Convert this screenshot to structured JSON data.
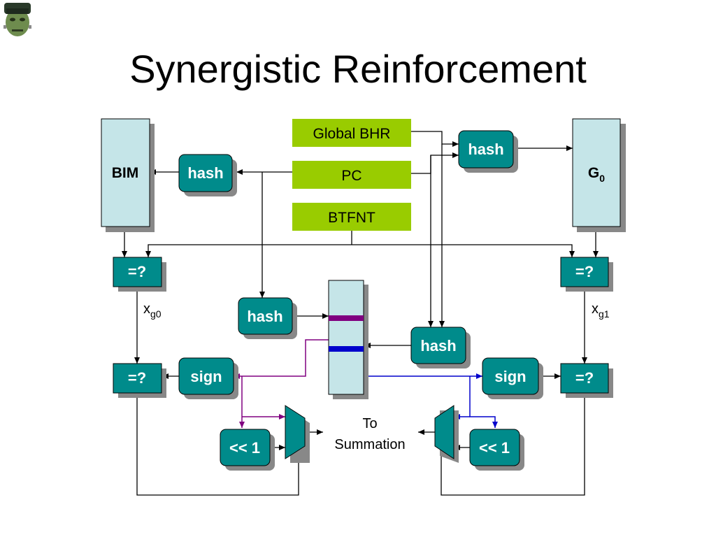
{
  "title": "Synergistic Reinforcement",
  "logo_icon": "frankenstein-head-icon",
  "colors": {
    "teal": "#008b8b",
    "lime": "#99cc00",
    "table_fill": "#c5e5e8",
    "purple": "#800080",
    "blue": "#0000cc"
  },
  "inputs": {
    "global_bhr": "Global BHR",
    "pc": "PC",
    "btfnt": "BTFNT"
  },
  "tables": {
    "bim": "BIM",
    "g0_main": "G",
    "g0_sub": "0"
  },
  "blocks": {
    "hash_left": "hash",
    "hash_right": "hash",
    "hash_mid_left": "hash",
    "hash_mid_right": "hash",
    "cmp_top_left": "=?",
    "cmp_top_right": "=?",
    "cmp_bottom_left": "=?",
    "cmp_bottom_right": "=?",
    "sign_left": "sign",
    "sign_right": "sign",
    "shift_left": "<< 1",
    "shift_right": "<< 1"
  },
  "labels": {
    "xg0_main": "x",
    "xg0_sub": "g0",
    "xg1_main": "x",
    "xg1_sub": "g1",
    "to": "To",
    "summation": "Summation"
  }
}
